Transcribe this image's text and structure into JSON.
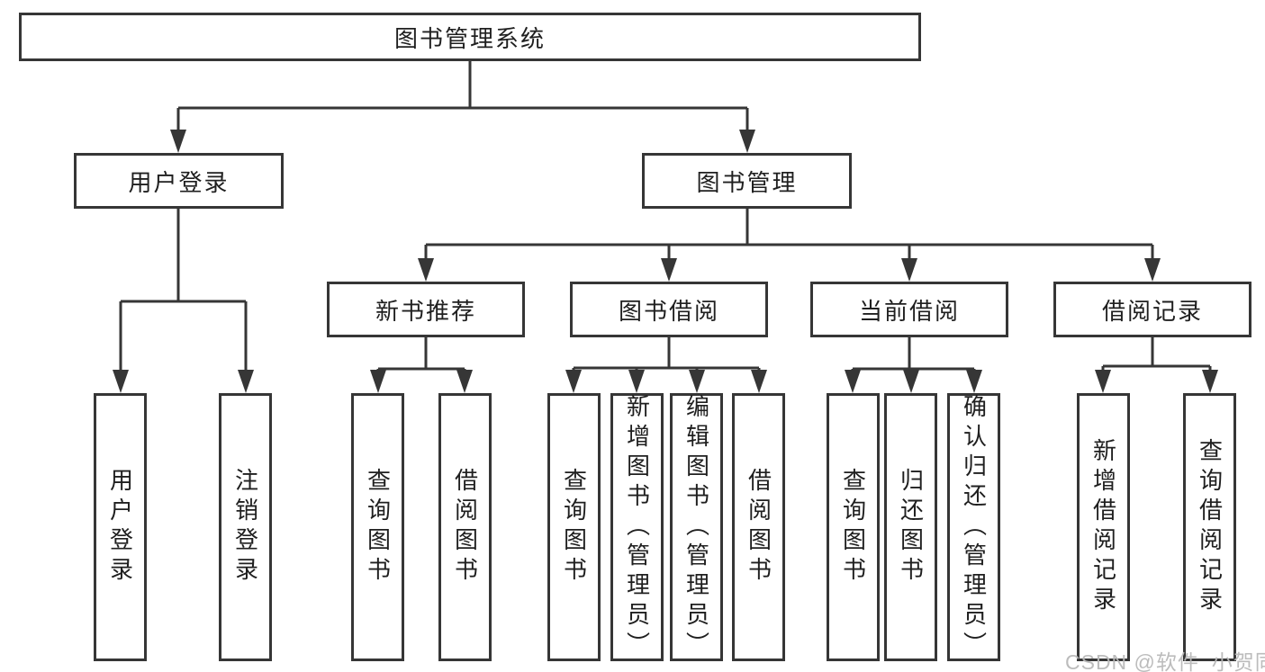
{
  "diagram": {
    "title": "图书管理系统",
    "level2": [
      {
        "label": "用户登录"
      },
      {
        "label": "图书管理"
      }
    ],
    "level3": [
      {
        "label": "新书推荐"
      },
      {
        "label": "图书借阅"
      },
      {
        "label": "当前借阅"
      },
      {
        "label": "借阅记录"
      }
    ],
    "leaves": [
      {
        "label": "用户登录"
      },
      {
        "label": "注销登录"
      },
      {
        "label": "查询图书"
      },
      {
        "label": "借阅图书"
      },
      {
        "label": "查询图书"
      },
      {
        "label": "新增图书（管理员）"
      },
      {
        "label": "编辑图书（管理员）"
      },
      {
        "label": "借阅图书"
      },
      {
        "label": "查询图书"
      },
      {
        "label": "归还图书"
      },
      {
        "label": "确认归还（管理员）"
      },
      {
        "label": "新增借阅记录"
      },
      {
        "label": "查询借阅记录"
      }
    ],
    "watermark": "CSDN @软件_小贺同学",
    "colors": {
      "line": "#363636",
      "text": "#1f1f1f",
      "watermark": "#b8b8b8",
      "background": "#ffffff"
    }
  }
}
